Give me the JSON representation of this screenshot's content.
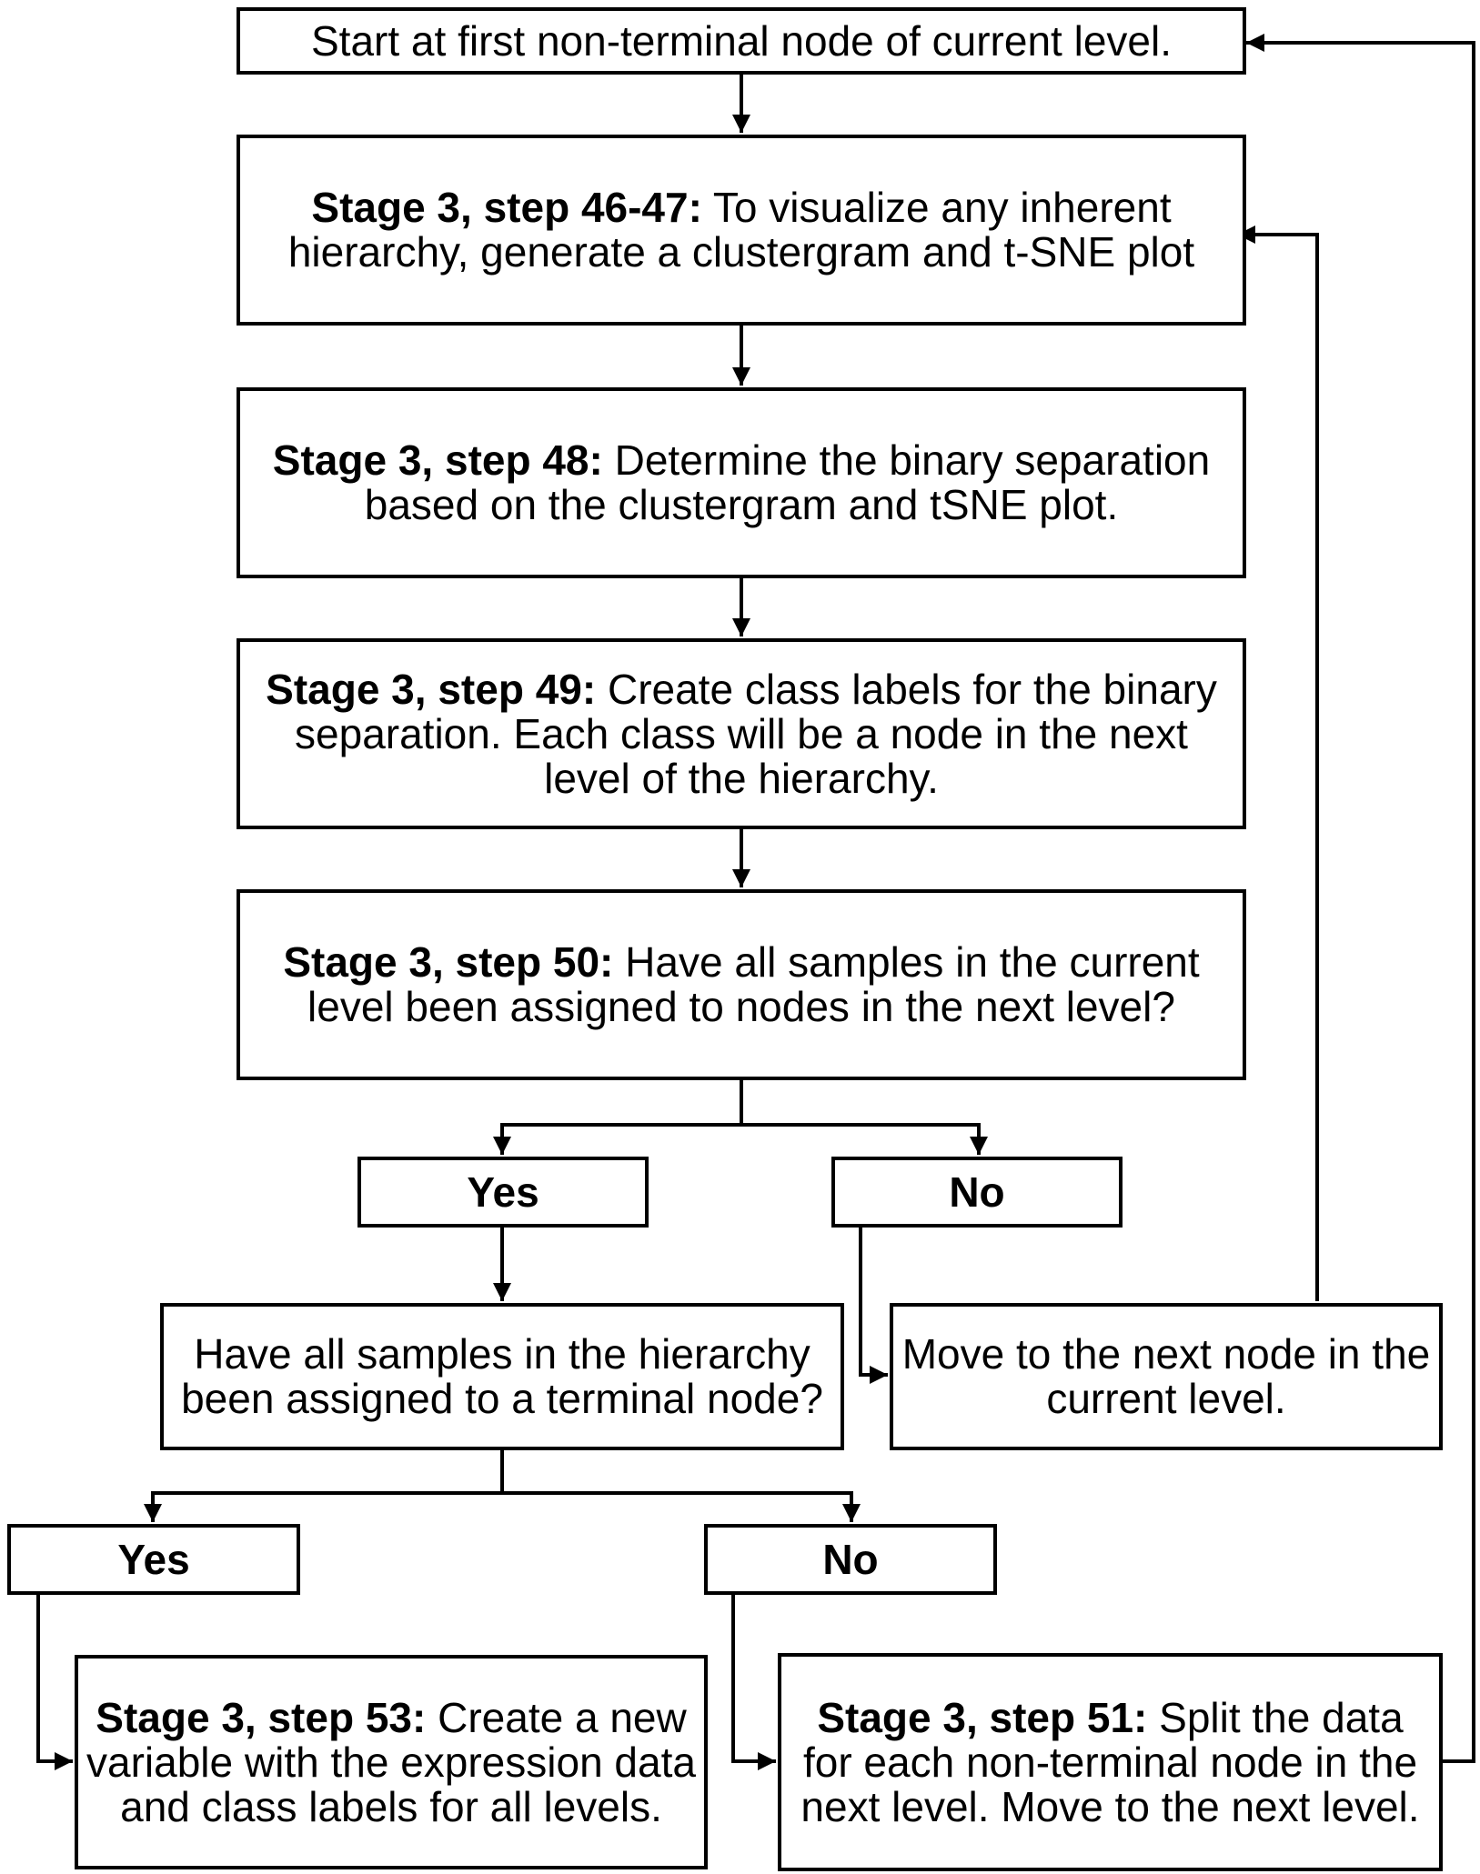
{
  "start": {
    "text": "Start at first non-terminal node of current level."
  },
  "step46": {
    "bold": "Stage 3, step 46-47:",
    "text": " To visualize any inherent hierarchy, generate a clustergram and t-SNE plot"
  },
  "step48": {
    "bold": "Stage 3, step 48:",
    "text": " Determine the binary separation based on the clustergram and tSNE plot."
  },
  "step49": {
    "bold": "Stage 3, step 49:",
    "text": " Create class labels for the binary separation. Each class will be a node in the next level of the hierarchy."
  },
  "step50": {
    "bold": "Stage 3, step 50:",
    "text": " Have all samples in the current level been assigned to nodes in the next level?"
  },
  "yes1": {
    "text": "Yes"
  },
  "no1": {
    "text": "No"
  },
  "hierarchy_question": {
    "text": "Have all samples in the hierarchy been assigned to a terminal node?"
  },
  "move_next_node": {
    "text": "Move to the next node in the current level."
  },
  "yes2": {
    "text": "Yes"
  },
  "no2": {
    "text": "No"
  },
  "step53": {
    "bold": "Stage 3, step 53:",
    "text": " Create a new variable with the expression data and class labels for all levels."
  },
  "step51": {
    "bold": "Stage 3, step 51:",
    "text": " Split the data for each non-terminal node in the next level. Move to the next level."
  }
}
